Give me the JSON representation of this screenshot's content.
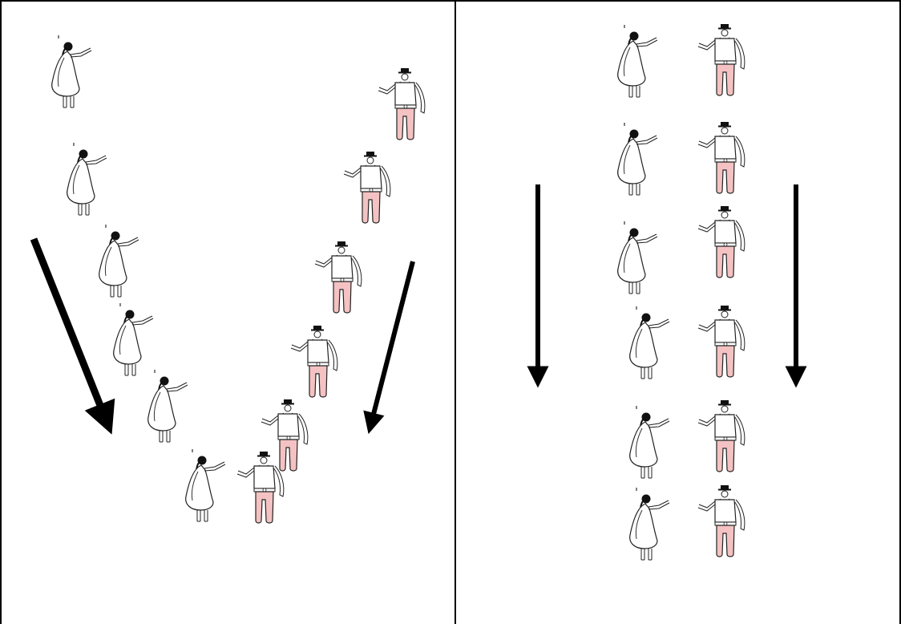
{
  "diagram": {
    "panels": [
      {
        "id": "left",
        "formation": "v-shape",
        "direction": "converging-downward",
        "arrows": 2,
        "women": 6,
        "men": 6
      },
      {
        "id": "right",
        "formation": "two-parallel-columns",
        "direction": "downward",
        "arrows": 2,
        "women": 6,
        "men": 6
      }
    ],
    "colors": {
      "line": "#000000",
      "trousers": "#f4c2c2",
      "dress": "#ffffff",
      "background": "#ffffff"
    },
    "icons": [
      "woman-dancer-icon",
      "man-dancer-icon",
      "direction-arrow-icon"
    ]
  }
}
